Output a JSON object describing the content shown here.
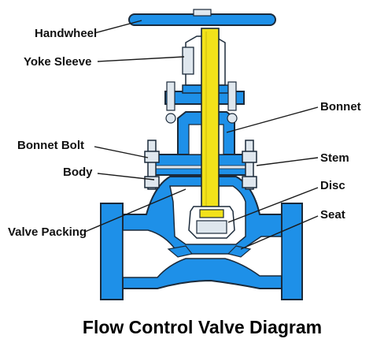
{
  "title": "Flow Control Valve Diagram",
  "labels": {
    "handwheel": "Handwheel",
    "yoke_sleeve": "Yoke Sleeve",
    "bonnet": "Bonnet",
    "bonnet_bolt": "Bonnet Bolt",
    "stem": "Stem",
    "body": "Body",
    "disc": "Disc",
    "valve_packing": "Valve Packing",
    "seat": "Seat"
  },
  "colors": {
    "body_blue": "#1e90e8",
    "stem_yellow": "#f2e21a",
    "outline": "#1b2a3a",
    "fitting_light": "#dfe7ee",
    "label_text": "#111111"
  }
}
